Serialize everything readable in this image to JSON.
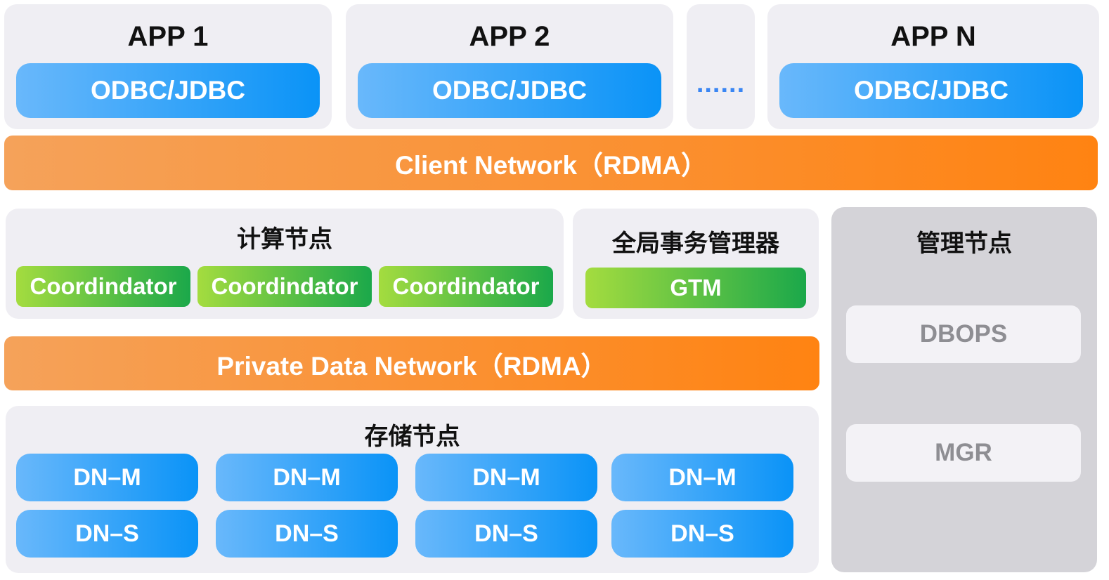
{
  "apps": [
    {
      "title": "APP 1",
      "driver": "ODBC/JDBC"
    },
    {
      "title": "APP 2",
      "driver": "ODBC/JDBC"
    },
    {
      "title": "APP N",
      "driver": "ODBC/JDBC"
    }
  ],
  "ellipsis": "......",
  "client_network": "Client Network（RDMA）",
  "compute": {
    "title": "计算节点",
    "nodes": [
      "Coordindator",
      "Coordindator",
      "Coordindator"
    ]
  },
  "gtm": {
    "title": "全局事务管理器",
    "label": "GTM"
  },
  "mgmt": {
    "title": "管理节点",
    "items": [
      "DBOPS",
      "MGR"
    ]
  },
  "private_network": "Private Data Network（RDMA）",
  "storage": {
    "title": "存储节点",
    "masters": [
      "DN–M",
      "DN–M",
      "DN–M",
      "DN–M"
    ],
    "slaves": [
      "DN–S",
      "DN–S",
      "DN–S",
      "DN–S"
    ]
  },
  "colors": {
    "blue_start": "#69b8fb",
    "blue_end": "#0a93f7",
    "green_start": "#a4dc3f",
    "green_end": "#1ba84a",
    "orange_start": "#f5a25a",
    "orange_end": "#ff8312",
    "panel": "#efeef3",
    "mgmt_panel": "#d4d3d8"
  }
}
